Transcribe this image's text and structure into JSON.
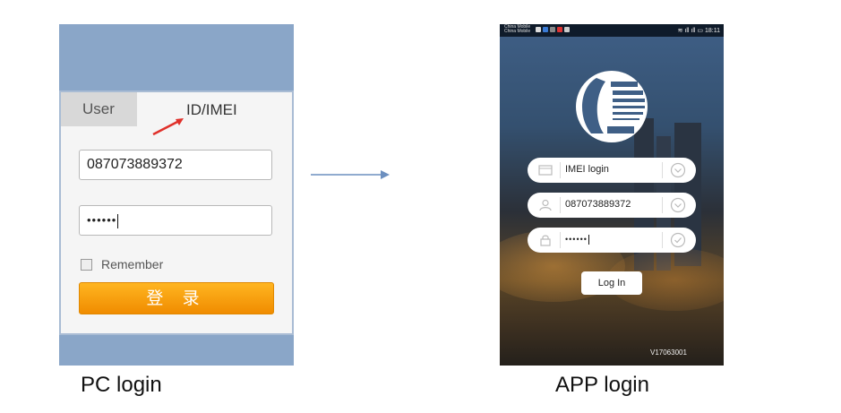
{
  "pc": {
    "tab_user": "User",
    "tab_imei": "ID/IMEI",
    "account_value": "087073889372",
    "password_mask": "••••••",
    "remember_label": "Remember",
    "login_button": "登 录",
    "caption": "PC login"
  },
  "app": {
    "status_carrier_1": "China Mobile",
    "status_carrier_2": "China Mobile",
    "status_time": "18:11",
    "login_type": "IMEI login",
    "account_value": "087073889372",
    "password_mask": "••••••",
    "login_button": "Log In",
    "version": "V17063001",
    "caption": "APP login"
  },
  "colors": {
    "pc_bg": "#8aa6c8",
    "login_orange": "#f5a00a",
    "annotation_red": "#e0302a",
    "connector_blue": "#6c8fbf"
  },
  "icons": {
    "field1": "card-icon",
    "field2": "user-icon",
    "field3": "lock-icon",
    "dropdown": "chevron-down-circle-icon",
    "confirm": "check-circle-icon"
  }
}
